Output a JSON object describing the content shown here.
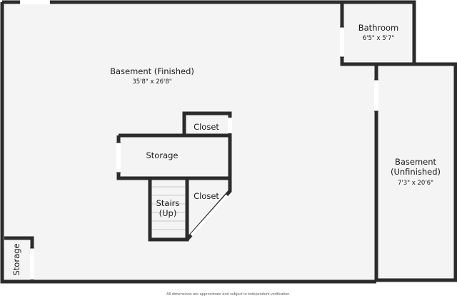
{
  "rooms": {
    "basement_finished": {
      "name": "Basement (Finished)",
      "dims": "35'8\" x 26'8\""
    },
    "bathroom": {
      "name": "Bathroom",
      "dims": "6'5\" x 5'7\""
    },
    "basement_unfinished": {
      "name_line1": "Basement",
      "name_line2": "(Unfinished)",
      "dims": "7'3\" x 20'6\""
    },
    "closet_top": {
      "name": "Closet"
    },
    "storage_center": {
      "name": "Storage"
    },
    "closet_lower": {
      "name": "Closet"
    },
    "stairs": {
      "name_line1": "Stairs",
      "name_line2": "(Up)"
    },
    "storage_corner": {
      "name": "Storage"
    }
  },
  "disclaimer": "All dimensions are approximate and subject to independent verification.",
  "colors": {
    "wall": "#2b2b2b",
    "floor": "#f4f4f4",
    "background": "#ffffff",
    "opening": "#ffffff"
  }
}
